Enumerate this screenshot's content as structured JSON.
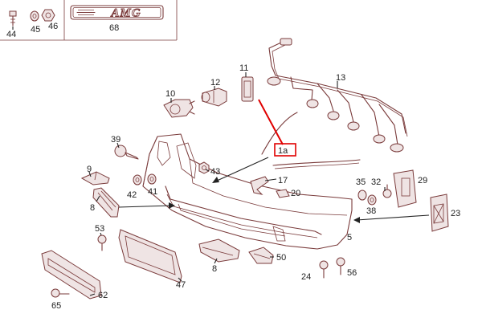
{
  "logo": {
    "text": "AMG"
  },
  "callouts": [
    "44",
    "45",
    "46",
    "68",
    "11",
    "12",
    "10",
    "13",
    "39",
    "9",
    "43",
    "42",
    "41",
    "8",
    "17",
    "20",
    "35",
    "32",
    "29",
    "38",
    "23",
    "53",
    "5",
    "8",
    "50",
    "47",
    "24",
    "56",
    "62",
    "65",
    "1a"
  ],
  "highlight": {
    "label": "1a",
    "color": "#e00000"
  },
  "colors": {
    "line": "#7a3b3b",
    "highlight": "#e00000",
    "text": "#222222",
    "background": "#ffffff"
  }
}
